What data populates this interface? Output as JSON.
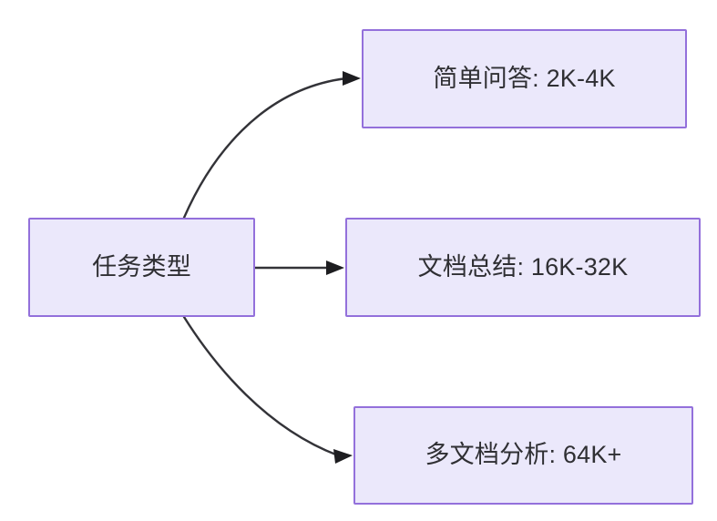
{
  "diagram": {
    "type": "flowchart",
    "direction": "left-to-right",
    "background_color": "#ffffff",
    "node_fill_color": "#ebe8fb",
    "node_border_color": "#9370db",
    "text_color": "#2f2f33",
    "edge_color": "#333338",
    "source": {
      "id": "task-type",
      "label": "任务类型"
    },
    "targets": [
      {
        "id": "simple-qa",
        "label": "简单问答: 2K-4K",
        "edge_style": "curved"
      },
      {
        "id": "doc-summary",
        "label": "文档总结: 16K-32K",
        "edge_style": "straight"
      },
      {
        "id": "multi-doc-analysis",
        "label": "多文档分析: 64K+",
        "edge_style": "curved"
      }
    ]
  }
}
